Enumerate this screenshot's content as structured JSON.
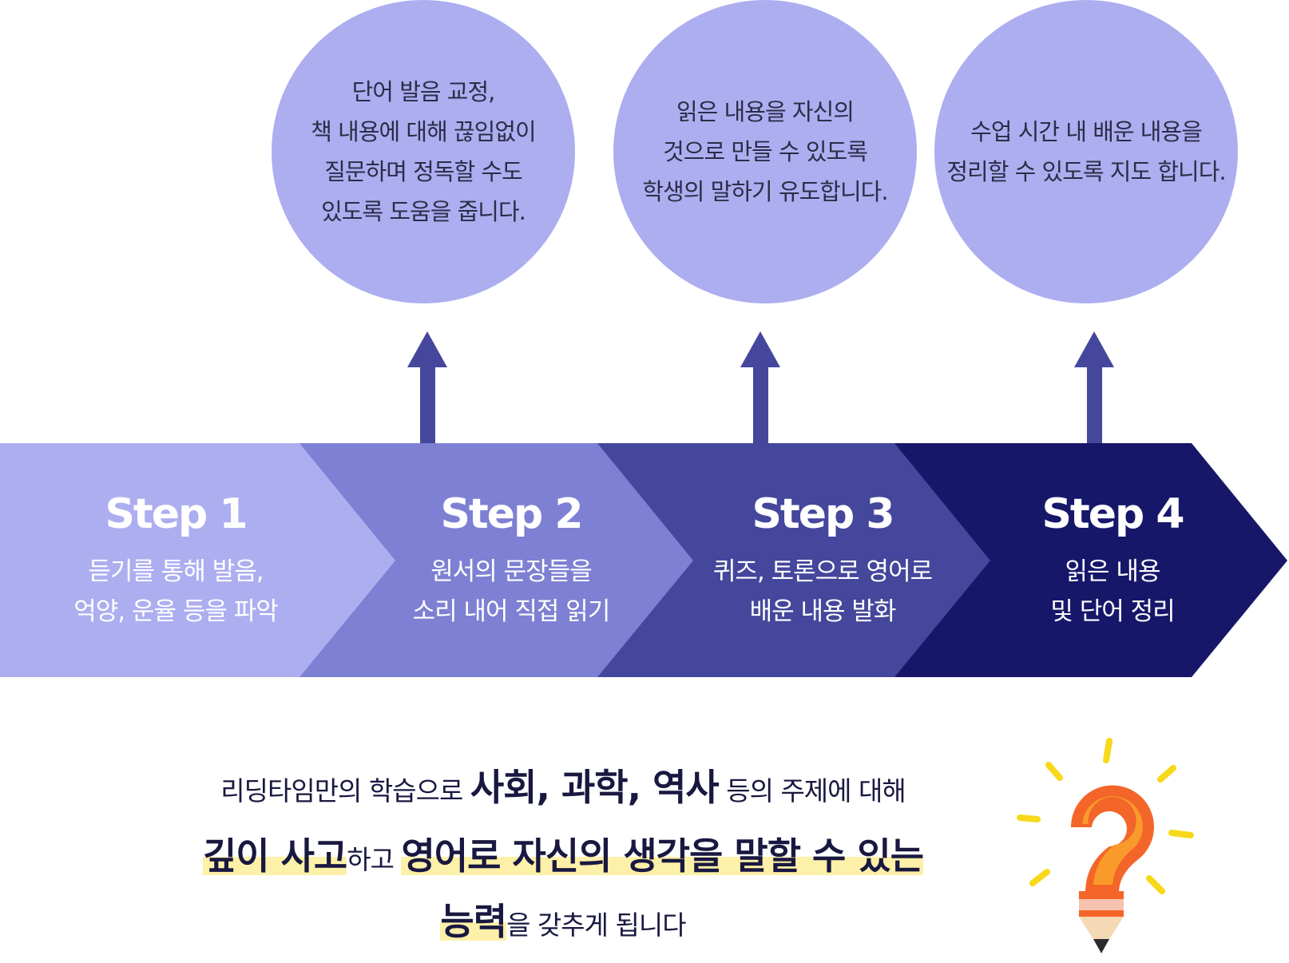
{
  "circles": [
    {
      "lines": [
        "단어 발음 교정,",
        "책 내용에 대해 끊임없이",
        "질문하며 정독할 수도",
        "있도록 도움을 줍니다."
      ]
    },
    {
      "lines": [
        "읽은 내용을 자신의",
        "것으로 만들 수 있도록",
        "학생의 말하기 유도합니다."
      ]
    },
    {
      "lines": [
        "수업 시간 내 배운 내용을",
        "정리할 수 있도록 지도 합니다."
      ]
    }
  ],
  "steps": [
    {
      "title": "Step 1",
      "desc": [
        "듣기를 통해 발음,",
        "억양, 운율 등을 파악"
      ],
      "color": "#adaef0"
    },
    {
      "title": "Step 2",
      "desc": [
        "원서의 문장들을",
        "소리 내어 직접 읽기"
      ],
      "color": "#7e80d3"
    },
    {
      "title": "Step 3",
      "desc": [
        "퀴즈, 토론으로 영어로",
        "배운 내용 발화"
      ],
      "color": "#45479c"
    },
    {
      "title": "Step 4",
      "desc": [
        "읽은 내용",
        "및 단어 정리"
      ],
      "color": "#17176a"
    }
  ],
  "summary": {
    "line1": {
      "a": "리딩타임만의 학습으로 ",
      "b": "사회, 과학, 역사",
      "c": " 등의 주제에 대해"
    },
    "line2": {
      "a": "깊이 사고",
      "b": "하고 ",
      "c": "영어로 자신의 생각을 말할 수 있는"
    },
    "line3": {
      "a": "능력",
      "b": "을 갖추게 됩니다"
    }
  },
  "colors": {
    "circle": "#adaef0",
    "arrow": "#45479c",
    "highlight": "#fdf0a8",
    "text_dark": "#181840"
  },
  "icons": [
    "up-arrow-icon",
    "question-pencil-icon"
  ]
}
